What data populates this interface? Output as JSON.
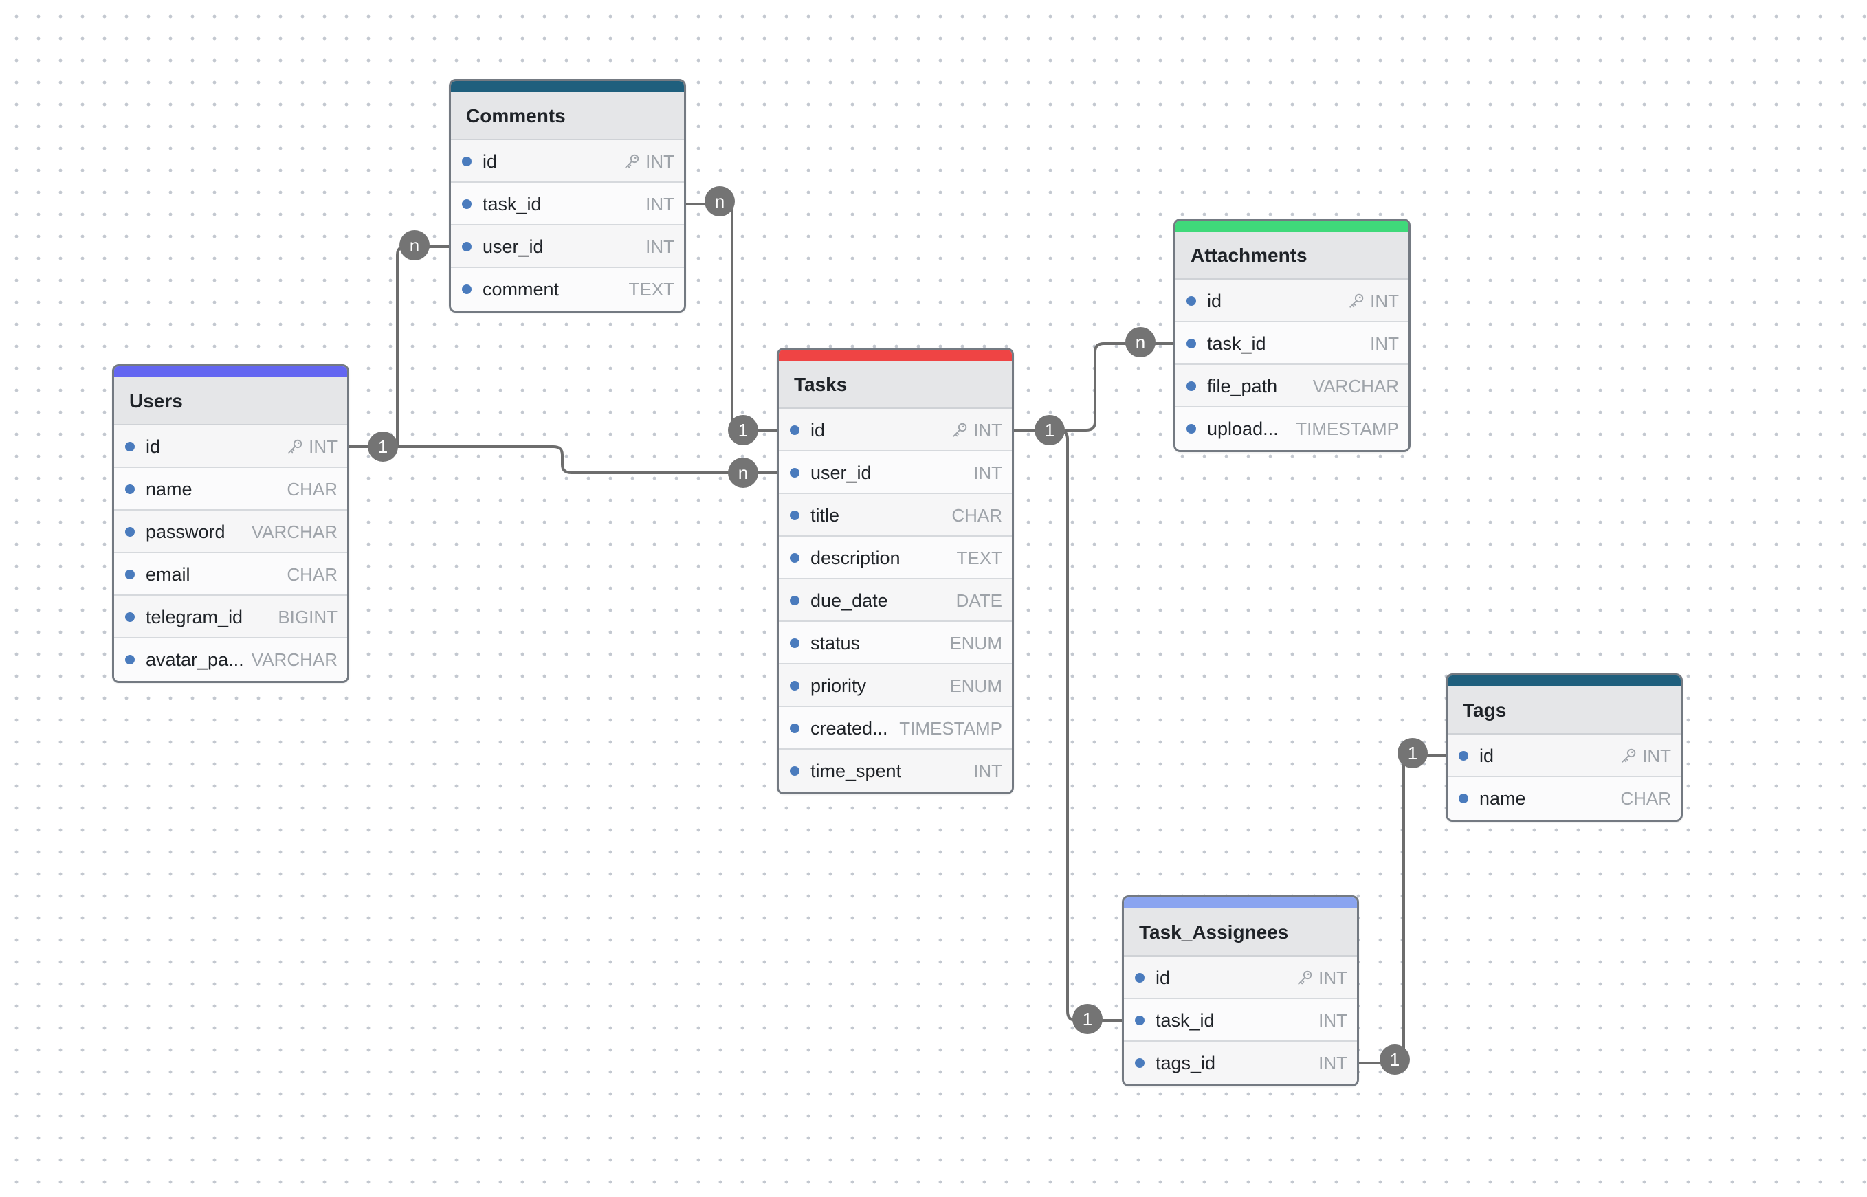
{
  "tables": {
    "comments": {
      "name": "Comments",
      "accent": "#1f5f7d",
      "fields": [
        {
          "name": "id",
          "type": "INT",
          "pk": true
        },
        {
          "name": "task_id",
          "type": "INT"
        },
        {
          "name": "user_id",
          "type": "INT"
        },
        {
          "name": "comment",
          "type": "TEXT"
        }
      ]
    },
    "users": {
      "name": "Users",
      "accent": "#6366f1",
      "fields": [
        {
          "name": "id",
          "type": "INT",
          "pk": true
        },
        {
          "name": "name",
          "type": "CHAR"
        },
        {
          "name": "password",
          "type": "VARCHAR"
        },
        {
          "name": "email",
          "type": "CHAR"
        },
        {
          "name": "telegram_id",
          "type": "BIGINT"
        },
        {
          "name": "avatar_pa...",
          "type": "VARCHAR"
        }
      ]
    },
    "tasks": {
      "name": "Tasks",
      "accent": "#ef4444",
      "fields": [
        {
          "name": "id",
          "type": "INT",
          "pk": true
        },
        {
          "name": "user_id",
          "type": "INT"
        },
        {
          "name": "title",
          "type": "CHAR"
        },
        {
          "name": "description",
          "type": "TEXT"
        },
        {
          "name": "due_date",
          "type": "DATE"
        },
        {
          "name": "status",
          "type": "ENUM"
        },
        {
          "name": "priority",
          "type": "ENUM"
        },
        {
          "name": "created...",
          "type": "TIMESTAMP"
        },
        {
          "name": "time_spent",
          "type": "INT"
        }
      ]
    },
    "attachments": {
      "name": "Attachments",
      "accent": "#3fd97a",
      "fields": [
        {
          "name": "id",
          "type": "INT",
          "pk": true
        },
        {
          "name": "task_id",
          "type": "INT"
        },
        {
          "name": "file_path",
          "type": "VARCHAR"
        },
        {
          "name": "upload...",
          "type": "TIMESTAMP"
        }
      ]
    },
    "tags": {
      "name": "Tags",
      "accent": "#1f5f7d",
      "fields": [
        {
          "name": "id",
          "type": "INT",
          "pk": true
        },
        {
          "name": "name",
          "type": "CHAR"
        }
      ]
    },
    "task_assignees": {
      "name": "Task_Assignees",
      "accent": "#8aa4f0",
      "fields": [
        {
          "name": "id",
          "type": "INT",
          "pk": true
        },
        {
          "name": "task_id",
          "type": "INT"
        },
        {
          "name": "tags_id",
          "type": "INT"
        }
      ]
    }
  },
  "relations": [
    {
      "from": "users.id",
      "to": "comments.user_id",
      "from_card": "1",
      "to_card": "n"
    },
    {
      "from": "users.id",
      "to": "tasks.user_id",
      "from_card": "1",
      "to_card": "n"
    },
    {
      "from": "tasks.id",
      "to": "comments.task_id",
      "from_card": "1",
      "to_card": "n"
    },
    {
      "from": "tasks.id",
      "to": "attachments.task_id",
      "from_card": "1",
      "to_card": "n"
    },
    {
      "from": "tasks.id",
      "to": "task_assignees.task_id",
      "from_card": "1",
      "to_card": "1"
    },
    {
      "from": "tags.id",
      "to": "task_assignees.tags_id",
      "from_card": "1",
      "to_card": "1"
    }
  ]
}
